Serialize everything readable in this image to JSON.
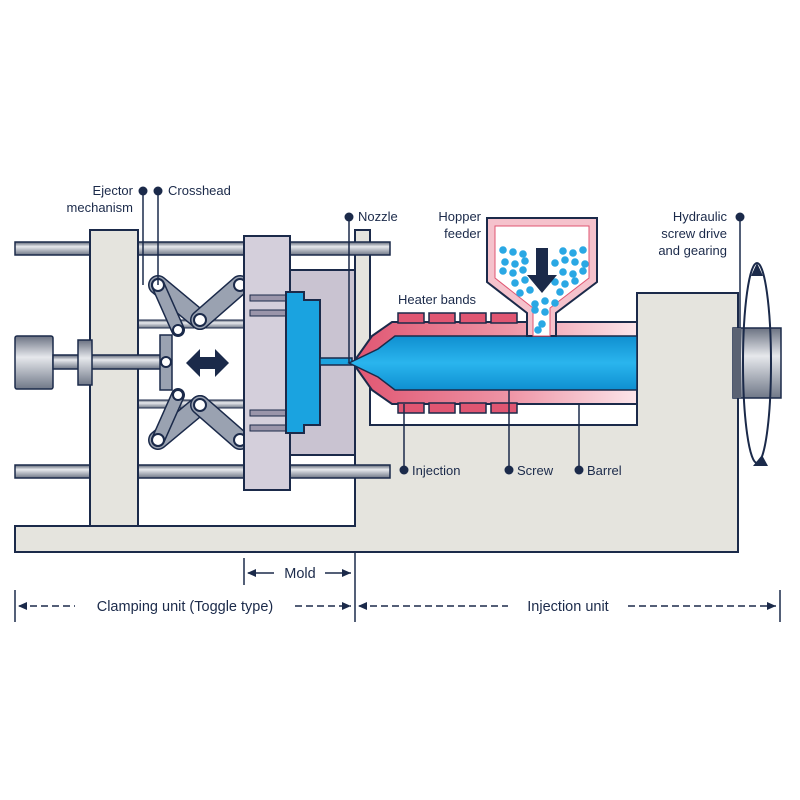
{
  "labels": {
    "ejector_line1": "Ejector",
    "ejector_line2": "mechanism",
    "crosshead": "Crosshead",
    "nozzle": "Nozzle",
    "hopper_line1": "Hopper",
    "hopper_line2": "feeder",
    "pellets": "Pellets",
    "hydraulic_line1": "Hydraulic",
    "hydraulic_line2": "screw drive",
    "hydraulic_line3": "and gearing",
    "heater_bands": "Heater bands",
    "injection": "Injection",
    "screw": "Screw",
    "barrel": "Barrel"
  },
  "dimensions": {
    "mold": "Mold",
    "clamping_unit": "Clamping unit (Toggle type)",
    "injection_unit": "Injection unit"
  },
  "colors": {
    "navy": "#1b2a4a",
    "frame": "#e5e4de",
    "frame_stroke": "#1b2a4a",
    "platen": "#d4cfdb",
    "platen_dark": "#9a95aa",
    "mold_cavity": "#1aa3e0",
    "barrel_red": "#e05672",
    "barrel_pink": "#f2b6c1",
    "link_gray": "#9aa2b1",
    "pellet_blue": "#2aa8e4"
  }
}
